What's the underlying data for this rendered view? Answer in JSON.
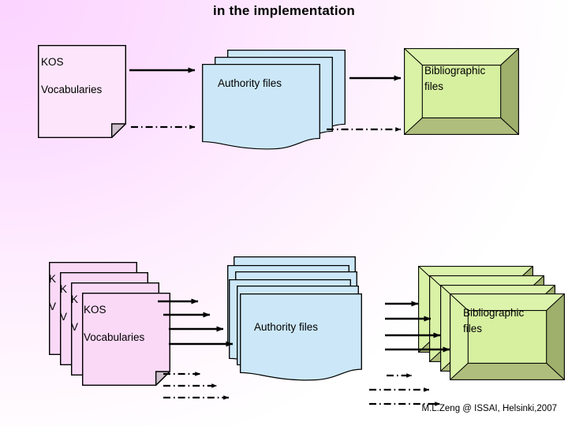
{
  "slide": {
    "title": "in the implementation",
    "credit": "M.L.Zeng @ ISSAI, Helsinki,2007",
    "background": {
      "from": "#FBD4FF",
      "to": "#FFFFFF"
    }
  },
  "colors": {
    "doc_pink_fill": "#FAD9F7",
    "doc_plain_fill": "#FDE6FB",
    "wave_blue_fill": "#CCE8F8",
    "bevel_face": "#D6F0A0",
    "bevel_light": "#D9F2A8",
    "bevel_dark": "#9FAF6C",
    "outline": "#000000",
    "arrow": "#000000"
  },
  "top_row": {
    "kos": {
      "label_line1": "KOS",
      "label_line2": "Vocabularies",
      "shape": "document-folded-corner",
      "count": 1
    },
    "authority": {
      "label": "Authority files",
      "shape": "wave-document-stack",
      "count": 3
    },
    "bibliographic": {
      "label_line1": "Bibliographic",
      "label_line2": "files",
      "shape": "bevel-frame",
      "count": 1
    },
    "arrows": {
      "kos_to_authority": [
        {
          "style": "solid",
          "direction": "right"
        },
        {
          "style": "dash-dot",
          "direction": "right"
        }
      ],
      "authority_to_bibliographic": [
        {
          "style": "solid",
          "direction": "right"
        },
        {
          "style": "dash-dot",
          "direction": "right"
        }
      ]
    }
  },
  "bottom_row": {
    "kos": {
      "label_line1": "KOS",
      "label_line2": "Vocabularies",
      "stack_peek_line1": "K",
      "stack_peek_line2": "V",
      "shape": "document-folded-corner",
      "count": 4
    },
    "authority": {
      "label": "Authority files",
      "shape": "wave-document-stack",
      "count": 6
    },
    "bibliographic": {
      "label_line1": "Bibliographic",
      "label_line2": "files",
      "shape": "bevel-frame",
      "count": 4
    },
    "arrows": {
      "kos_to_authority": [
        {
          "style": "solid",
          "direction": "right"
        },
        {
          "style": "solid",
          "direction": "right"
        },
        {
          "style": "solid",
          "direction": "right"
        },
        {
          "style": "solid",
          "direction": "right"
        },
        {
          "style": "dash-dot",
          "direction": "right"
        },
        {
          "style": "dash-dot",
          "direction": "right"
        },
        {
          "style": "dash-dot",
          "direction": "right"
        }
      ],
      "authority_to_bibliographic": [
        {
          "style": "solid",
          "direction": "right"
        },
        {
          "style": "solid",
          "direction": "right"
        },
        {
          "style": "solid",
          "direction": "right"
        },
        {
          "style": "solid",
          "direction": "right"
        },
        {
          "style": "dash-dot",
          "direction": "right"
        },
        {
          "style": "dash-dot",
          "direction": "right"
        },
        {
          "style": "dash-dot",
          "direction": "right"
        }
      ]
    }
  }
}
